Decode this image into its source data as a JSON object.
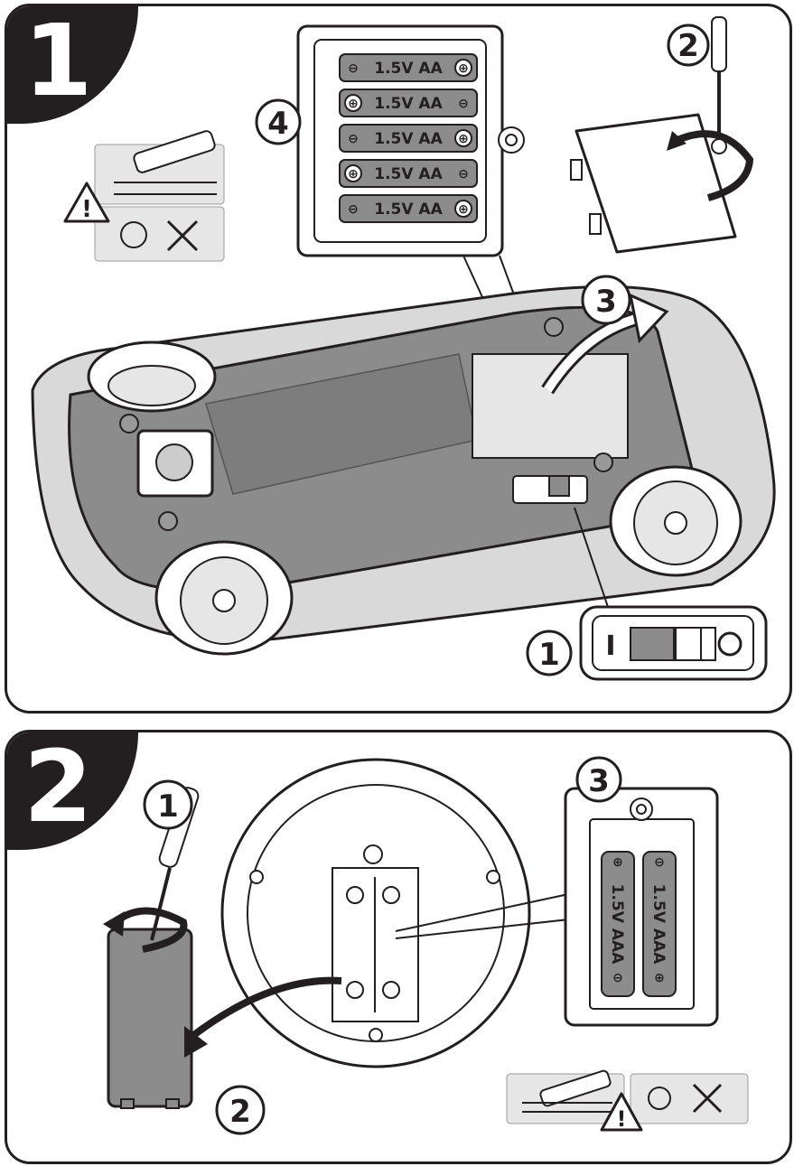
{
  "panel1": {
    "number": "1",
    "callouts": {
      "step1": "1",
      "step2": "2",
      "step3": "3",
      "step4": "4"
    },
    "batteries": [
      {
        "label": "1.5V AA",
        "plus": "⊕",
        "minus": "⊖",
        "orientation": "plus-right"
      },
      {
        "label": "1.5V AA",
        "plus": "⊕",
        "minus": "⊖",
        "orientation": "plus-left"
      },
      {
        "label": "1.5V AA",
        "plus": "⊕",
        "minus": "⊖",
        "orientation": "plus-right"
      },
      {
        "label": "1.5V AA",
        "plus": "⊕",
        "minus": "⊖",
        "orientation": "plus-left"
      },
      {
        "label": "1.5V AA",
        "plus": "⊕",
        "minus": "⊖",
        "orientation": "plus-right"
      }
    ],
    "switch": {
      "on_symbol": "I",
      "off_symbol": "O"
    },
    "warning_symbol": "!"
  },
  "panel2": {
    "number": "2",
    "callouts": {
      "step1": "1",
      "step2": "2",
      "step3": "3"
    },
    "batteries": [
      {
        "label": "1.5V AAA",
        "plus": "⊕",
        "minus": "⊖"
      },
      {
        "label": "1.5V AAA",
        "plus": "⊕",
        "minus": "⊖"
      }
    ],
    "warning_symbol": "!"
  },
  "colors": {
    "ink": "#231f20",
    "grey": "#8c8c8c",
    "light_grey": "#d9d9d9",
    "panel_bg": "#ffffff"
  }
}
